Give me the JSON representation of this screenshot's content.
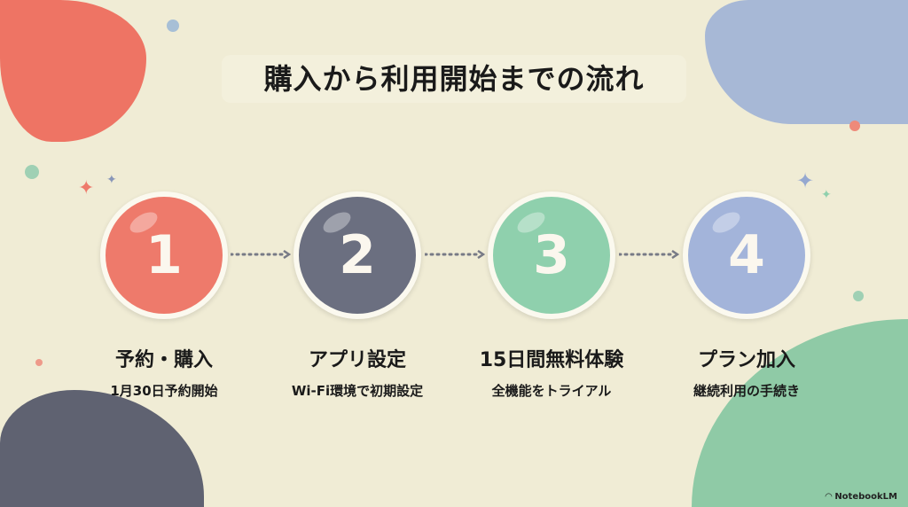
{
  "title": "購入から利用開始までの流れ",
  "steps": [
    {
      "number": "1",
      "label": "予約・購入",
      "sub": "1月30日予約開始",
      "color": "#ee7a6b"
    },
    {
      "number": "2",
      "label": "アプリ設定",
      "sub": "Wi-Fi環境で初期設定",
      "color": "#6b6f80"
    },
    {
      "number": "3",
      "label": "15日間無料体験",
      "sub": "全機能をトライアル",
      "color": "#8fd0ad"
    },
    {
      "number": "4",
      "label": "プラン加入",
      "sub": "継続利用の手続き",
      "color": "#a3b4da"
    }
  ],
  "brand": "NotebookLM"
}
